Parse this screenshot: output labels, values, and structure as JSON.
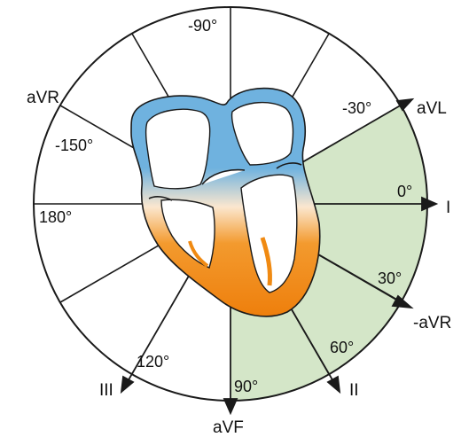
{
  "angles": {
    "m90": "-90°",
    "m150": "-150°",
    "a180": "180°",
    "m30": "-30°",
    "a0": "0°",
    "a30": "30°",
    "a60": "60°",
    "a90": "90°",
    "a120": "120°"
  },
  "leads": {
    "avr": "aVR",
    "avl": "aVL",
    "i": "I",
    "minus_avr": "-aVR",
    "ii": "II",
    "avf": "aVF",
    "iii": "III"
  },
  "colors": {
    "normal_axis_sector": "#d4e6c8",
    "atria": "#6fb2df",
    "ventricles": "#f08a12",
    "outline": "#1a1a1a"
  },
  "normal_axis_range_degrees": [
    -30,
    90
  ]
}
